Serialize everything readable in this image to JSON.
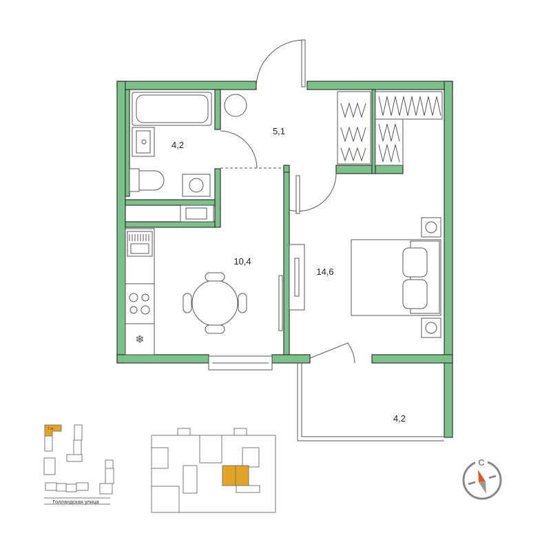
{
  "plan": {
    "rooms": [
      {
        "name": "bathroom",
        "area": "4,2"
      },
      {
        "name": "hallway",
        "area": "5,1"
      },
      {
        "name": "kitchen",
        "area": "10,4"
      },
      {
        "name": "bedroom",
        "area": "14,6"
      },
      {
        "name": "balcony",
        "area": "4,2"
      }
    ],
    "wall_color": "#7cc08a"
  },
  "site_plan": {
    "floor_label": "7 эт",
    "street_label": "Голландская улица",
    "highlight_color": "#e2a424"
  },
  "compass": {
    "north_label": "С",
    "needle_color": "#e0582a"
  }
}
